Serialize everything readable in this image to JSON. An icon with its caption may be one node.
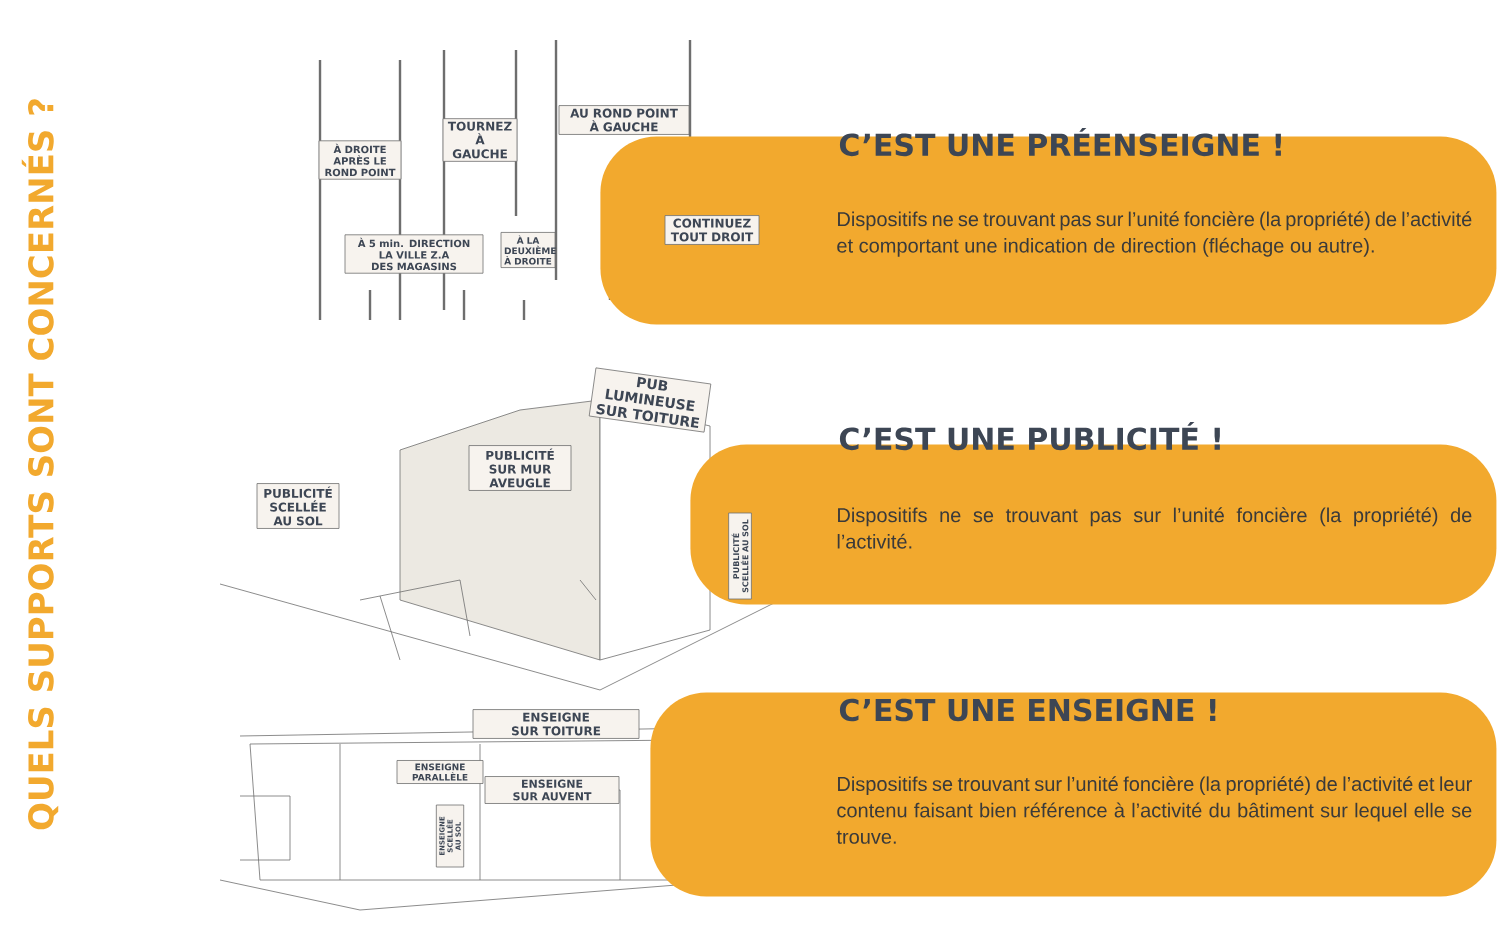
{
  "diagram": {
    "title": "QUELS SUPPORTS SONT CONCERNÉS ?",
    "nodes": [
      {
        "text": [
          "C’EST UNE PRÉENSEIGNE !",
          "Dispositifs ne se trouvant pas sur l’unité foncière (la propriété) de l’activité et comportant une indication de direction (fléchage ou autre)."
        ]
      },
      {
        "text": [
          "C’EST UNE PUBLICITÉ !",
          "Dispositifs ne se trouvant pas sur l’unité foncière (la propriété) de l’activité."
        ]
      },
      {
        "text": [
          "C’EST UNE ENSEIGNE !",
          "Dispositifs se trouvant sur l’unité foncière (la propriété) de l’activité et leur contenu faisant bien référence à l’activité du bâtiment sur lequel elle se trouve."
        ]
      }
    ],
    "edges": [],
    "labels": [
      "À DROITE APRÈS LE ROND POINT",
      "TOURNEZ À GAUCHE",
      "AU ROND POINT À GAUCHE",
      "À 5 min. DIRECTION LA VILLE Z.A DES MAGASINS",
      "À LA DEUXIÈME À DROITE",
      "CONTINUEZ TOUT DROIT",
      "PUB LUMINEUSE SUR TOITURE",
      "PUBLICITÉ SUR MUR AVEUGLE",
      "PUBLICITÉ SCELLÉE AU SOL",
      "PUBLICITÉ SCELLÉE AU SOL",
      "ENSEIGNE SUR TOITURE",
      "ENSEIGNE PARALLÈLE",
      "ENSEIGNE SUR AUVENT",
      "ENSEIGNE SCELLÉE AU SOL"
    ]
  }
}
